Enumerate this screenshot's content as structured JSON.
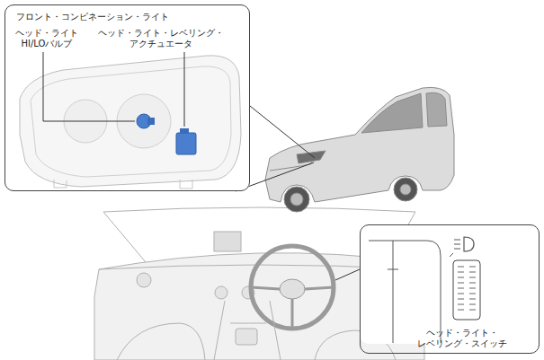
{
  "diagram": {
    "nodes": [
      {
        "text": [
          "フロント・コンビネーション・ライト",
          "ヘッド・ライト HI/LOバルブ",
          "ヘッド・ライト・レベリング・ アクチュエータ"
        ]
      },
      {
        "text": [
          "ヘッド・ライト・ レベリング・スイッチ"
        ]
      }
    ]
  }
}
